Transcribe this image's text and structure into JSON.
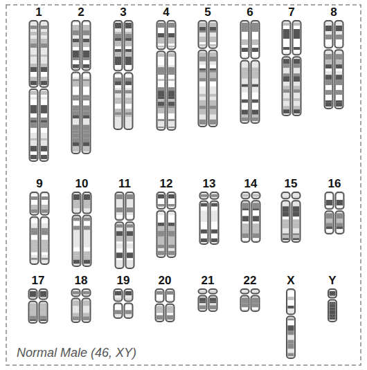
{
  "diagram": {
    "caption": "Normal Male (46, XY)",
    "labels": [
      "1",
      "2",
      "3",
      "4",
      "5",
      "6",
      "7",
      "8",
      "9",
      "10",
      "11",
      "12",
      "13",
      "14",
      "15",
      "16",
      "17",
      "18",
      "19",
      "20",
      "21",
      "22",
      "X",
      "Y"
    ]
  }
}
